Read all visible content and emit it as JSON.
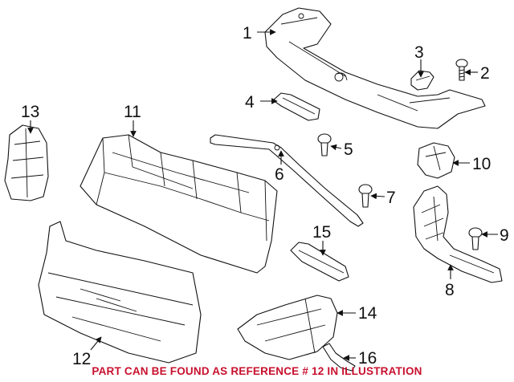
{
  "diagram": {
    "callouts": [
      "1",
      "2",
      "3",
      "4",
      "5",
      "6",
      "7",
      "8",
      "9",
      "10",
      "11",
      "12",
      "13",
      "14",
      "15",
      "16"
    ]
  },
  "footer": {
    "note": "PART CAN BE FOUND AS REFERENCE # 12 IN ILLUSTRATION",
    "color": "#c8102e"
  }
}
